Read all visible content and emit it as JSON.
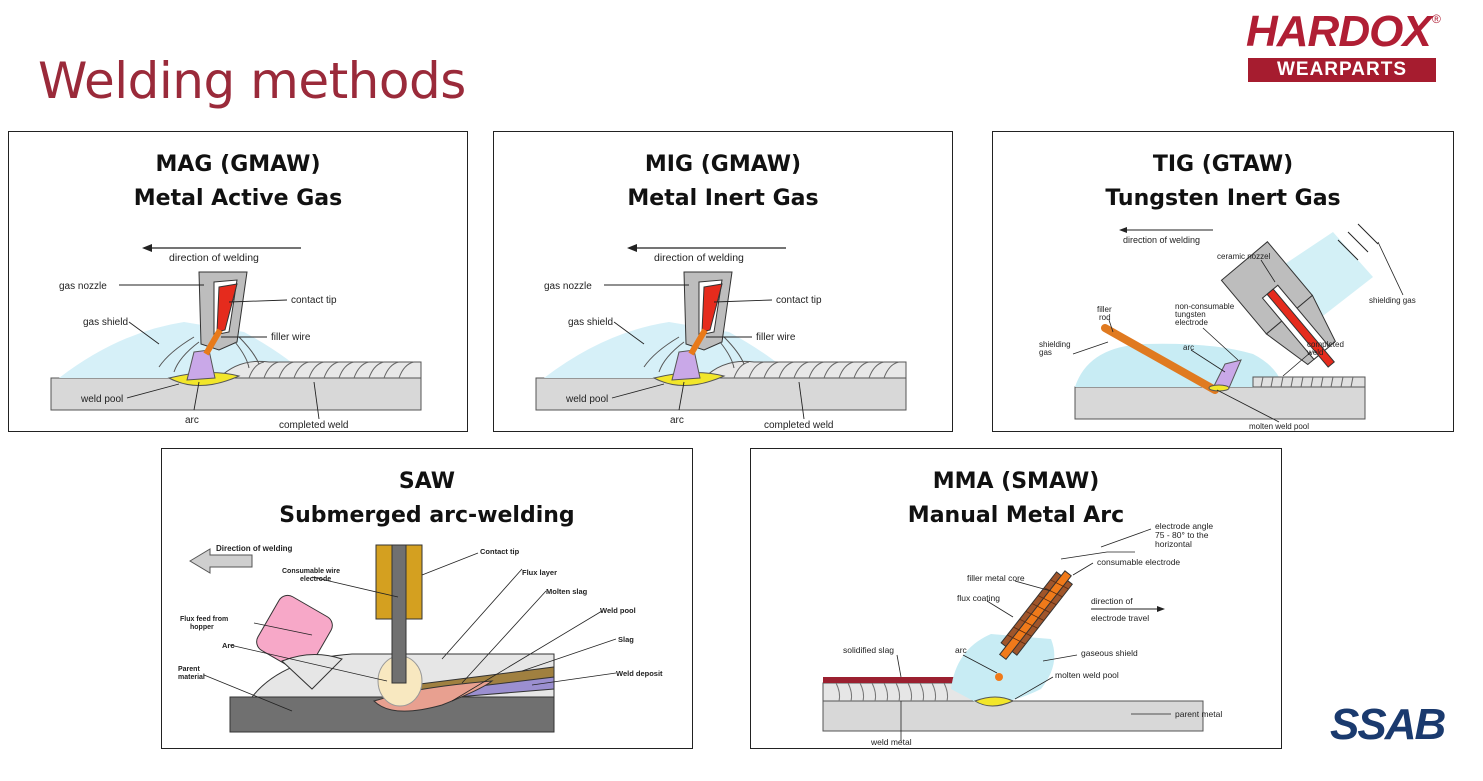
{
  "page": {
    "title": "Welding methods"
  },
  "logos": {
    "hardox": "HARDOX",
    "hardox_sub": "WEARPARTS",
    "hardox_reg": "®",
    "ssab": "SSAB"
  },
  "panels": {
    "mag": {
      "title": "MAG (GMAW)",
      "subtitle": "Metal Active Gas",
      "labels": {
        "direction": "direction of welding",
        "gas_nozzle": "gas nozzle",
        "contact_tip": "contact tip",
        "gas_shield": "gas shield",
        "filler_wire": "filler wire",
        "weld_pool": "weld pool",
        "arc": "arc",
        "completed_weld": "completed weld"
      }
    },
    "mig": {
      "title": "MIG (GMAW)",
      "subtitle": "Metal Inert Gas",
      "labels": {
        "direction": "direction of welding",
        "gas_nozzle": "gas nozzle",
        "contact_tip": "contact tip",
        "gas_shield": "gas shield",
        "filler_wire": "filler wire",
        "weld_pool": "weld pool",
        "arc": "arc",
        "completed_weld": "completed weld"
      }
    },
    "tig": {
      "title": "TIG (GTAW)",
      "subtitle": "Tungsten Inert Gas",
      "labels": {
        "direction": "direction of welding",
        "ceramic_nozzle": "ceramic nozzel",
        "shielding_gas_top": "shielding gas",
        "filler_rod_1": "filler",
        "filler_rod_2": "rod",
        "electrode_1": "non-consumable",
        "electrode_2": "tungsten",
        "electrode_3": "electrode",
        "shielding_gas_left_1": "shielding",
        "shielding_gas_left_2": "gas",
        "arc": "arc",
        "completed_weld_1": "completed",
        "completed_weld_2": "weld",
        "molten_pool": "molten weld pool"
      }
    },
    "saw": {
      "title": "SAW",
      "subtitle": "Submerged arc-welding",
      "labels": {
        "direction": "Direction of welding",
        "contact_tip": "Contact tip",
        "wire_1": "Consumable wire",
        "wire_2": "electrode",
        "flux_layer": "Flux layer",
        "molten_slag": "Molten slag",
        "flux_feed_1": "Flux feed from",
        "flux_feed_2": "hopper",
        "weld_pool": "Weld pool",
        "slag": "Slag",
        "arc": "Arc",
        "parent_1": "Parent",
        "parent_2": "material",
        "weld_deposit": "Weld deposit"
      }
    },
    "mma": {
      "title": "MMA (SMAW)",
      "subtitle": "Manual Metal Arc",
      "labels": {
        "angle_1": "electrode angle",
        "angle_2": "75 - 80° to the",
        "angle_3": "horizontal",
        "consumable": "consumable electrode",
        "filler_core": "filler metal core",
        "flux_coating": "flux coating",
        "direction_1": "direction of",
        "direction_2": "electrode travel",
        "solidified_slag": "solidified slag",
        "arc": "arc",
        "gaseous_shield": "gaseous shield",
        "molten_pool": "molten weld pool",
        "parent_metal": "parent metal",
        "weld_metal": "weld metal"
      }
    }
  },
  "colors": {
    "title": "#9a2a3a",
    "hardox": "#a61c2f",
    "ssab": "#1a3a6e",
    "shield_gas": "#c8ecf4",
    "electrode_red": "#e03020",
    "arc": "#c9a8e8",
    "weld_pool": "#f0e020",
    "flux_brown": "#8b4513"
  }
}
